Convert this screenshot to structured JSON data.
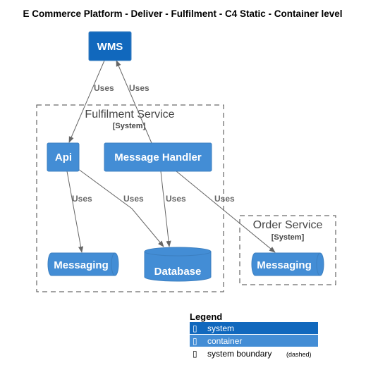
{
  "title": "E Commerce Platform - Deliver - Fulfilment - C4 Static - Container level",
  "colors": {
    "system": "#1168BD",
    "container": "#438DD5",
    "boundary_stroke": "#444444",
    "edge": "#666666"
  },
  "nodes": {
    "wms": "WMS",
    "api": "Api",
    "message_handler": "Message Handler",
    "fulfilment_messaging": "Messaging",
    "database": "Database",
    "order_messaging": "Messaging"
  },
  "boundaries": {
    "fulfilment": {
      "name": "Fulfilment Service",
      "type": "[System]"
    },
    "order": {
      "name": "Order Service",
      "type": "[System]"
    }
  },
  "edges": {
    "wms_to_api": "Uses",
    "handler_to_wms": "Uses",
    "api_to_messaging": "Uses",
    "api_to_database": "Uses",
    "handler_to_database": "Uses",
    "handler_to_order_messaging": "Uses"
  },
  "legend": {
    "title": "Legend",
    "system": "system",
    "container": "container",
    "boundary": "system boundary",
    "boundary_note": "(dashed)",
    "icon": "▯"
  }
}
